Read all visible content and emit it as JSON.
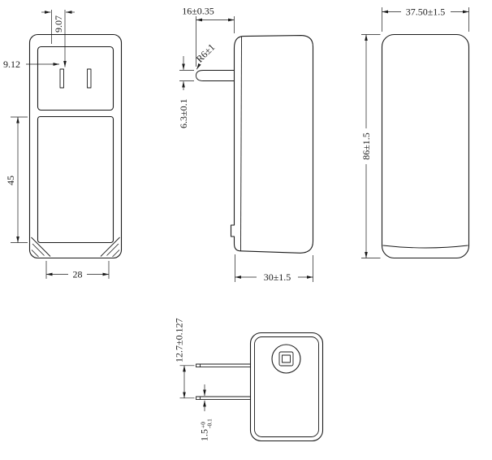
{
  "drawing": {
    "views": {
      "front": {
        "dims": {
          "prong_vertical_offset": "9.07",
          "prong_horizontal_offset": "9.12",
          "lower_body_height": "45",
          "body_width": "28"
        }
      },
      "side": {
        "dims": {
          "prong_length": "16±0.35",
          "tip_radius": "R6±1",
          "prong_width": "6.3±0.1",
          "body_depth": "30±1.5"
        }
      },
      "back": {
        "dims": {
          "body_width": "37.50±1.5",
          "body_height": "86±1.5"
        }
      },
      "bottom": {
        "dims": {
          "prong_spacing": "12.7±0.127",
          "prong_thickness": {
            "value": "1.5",
            "tol_plus": "+0",
            "tol_minus": "-0.1"
          }
        }
      }
    }
  }
}
